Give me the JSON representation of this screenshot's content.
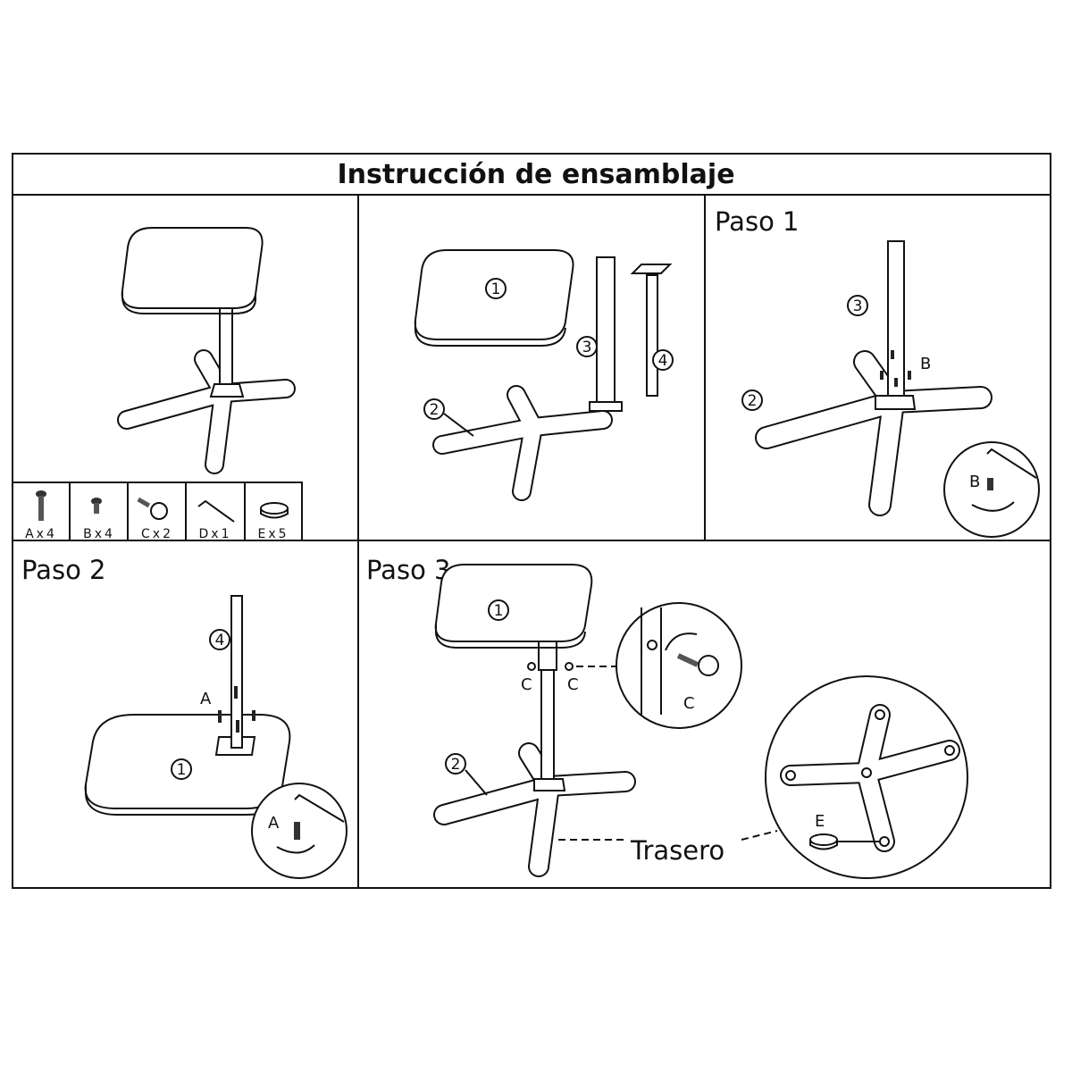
{
  "title": "Instrucción de ensamblaje",
  "parts": [
    {
      "label": "Ax4",
      "icon": "long-screw-icon"
    },
    {
      "label": "Bx4",
      "icon": "short-screw-icon"
    },
    {
      "label": "Cx2",
      "icon": "star-knob-icon"
    },
    {
      "label": "Dx1",
      "icon": "allen-key-icon"
    },
    {
      "label": "Ex5",
      "icon": "foot-pad-icon"
    }
  ],
  "components": {
    "top": "1",
    "base": "2",
    "upper_pole": "3",
    "lower_pole": "4"
  },
  "steps": {
    "step1": {
      "title": "Paso 1",
      "screw_label": "B",
      "detail_label": "B"
    },
    "step2": {
      "title": "Paso 2",
      "screw_label": "A",
      "detail_label": "A"
    },
    "step3": {
      "title": "Paso 3",
      "knob_label_left": "C",
      "knob_label_right": "C",
      "detail_label": "C",
      "pad_label": "E",
      "rear_label": "Trasero"
    }
  }
}
